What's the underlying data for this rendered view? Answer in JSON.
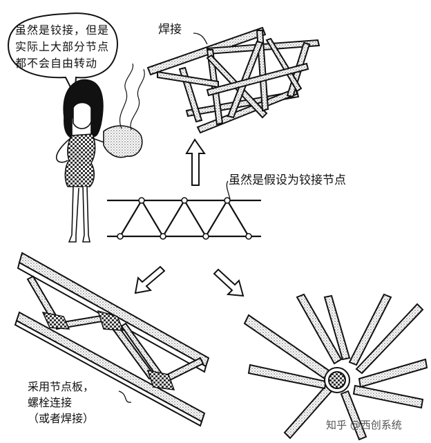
{
  "speech_bubble": {
    "lines": [
      "虽然是铰接，但是",
      "实际上大部分节点",
      "都不会自由转动"
    ]
  },
  "labels": {
    "weld": "焊接",
    "assumed_pin": "虽然是假设为铰接节点",
    "gusset_plate": [
      "采用节点板，",
      "螺栓连接",
      "（或者焊接）"
    ]
  },
  "watermark": "知乎 @西创系统",
  "colors": {
    "ink": "#111111",
    "paper": "#ffffff",
    "stipple": "#9a9a9a"
  }
}
